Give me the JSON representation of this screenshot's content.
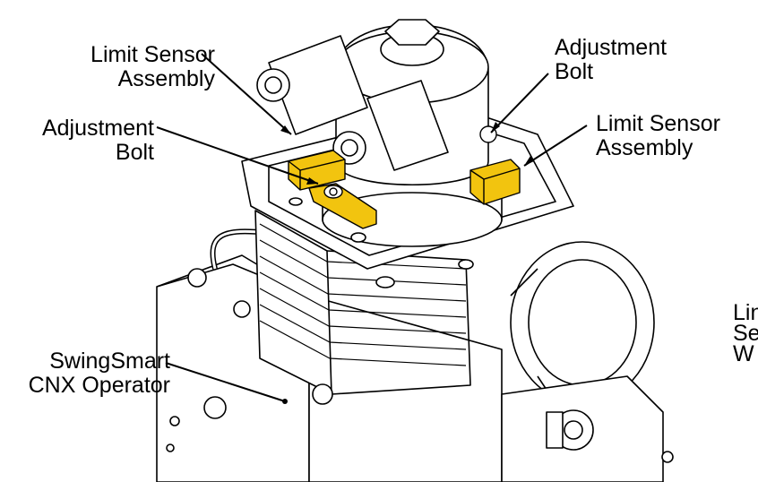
{
  "diagram": {
    "labels": {
      "limit_sensor_left": [
        "Limit Sensor",
        "Assembly"
      ],
      "adjustment_bolt_left": [
        "Adjustment",
        "Bolt"
      ],
      "adjustment_bolt_right": [
        "Adjustment",
        "Bolt"
      ],
      "limit_sensor_right": [
        "Limit Sensor",
        "Assembly"
      ],
      "operator": [
        "SwingSmart",
        "CNX Operator"
      ],
      "cut_off": [
        "Lin",
        "Se",
        "W"
      ]
    },
    "colors": {
      "line": "#000000",
      "highlight": "#f2c40f",
      "highlight_dark": "#c99a00",
      "body_fill": "#ffffff"
    }
  }
}
